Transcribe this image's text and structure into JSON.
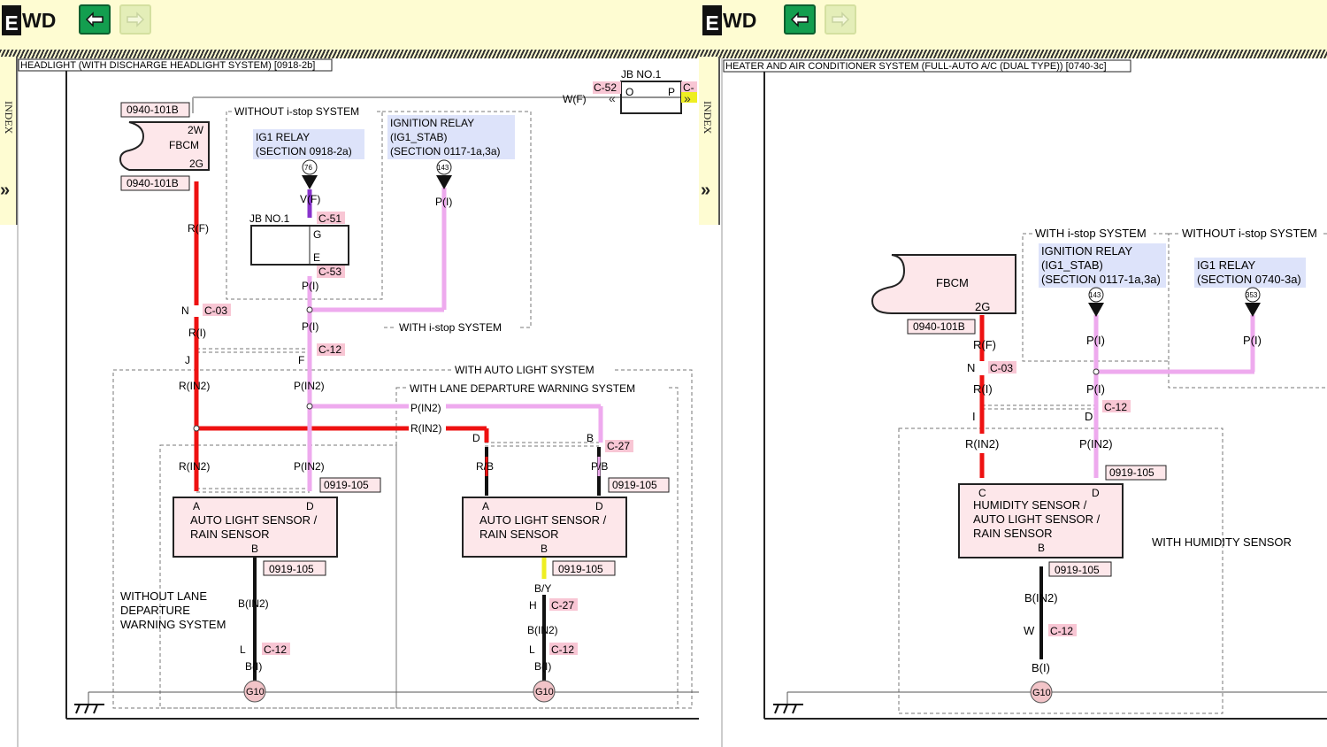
{
  "app": {
    "logo_letter": "E",
    "logo_text": "WD"
  },
  "left": {
    "title": "HEADLIGHT (WITH DISCHARGE HEADLIGHT SYSTEM) [0918-2b]",
    "index_label": "INDEX",
    "jb_top": "JB NO.1",
    "c52": "C-52",
    "wf": "W(F)",
    "o": "O",
    "p": "P",
    "c_trunc": "C-",
    "ref_fbcm_top": "0940-101B",
    "ref_fbcm_bot": "0940-101B",
    "fbcm": "FBCM",
    "pin_2w": "2W",
    "pin_2g": "2G",
    "without_istop": "WITHOUT i-stop SYSTEM",
    "with_istop": "WITH i-stop SYSTEM",
    "ig1_relay": [
      "IG1 RELAY",
      "(SECTION 0918-2a)"
    ],
    "ign_relay": [
      "IGNITION RELAY",
      "(IG1_STAB)",
      "(SECTION 0117-1a,3a)"
    ],
    "n76": "76",
    "n143": "143",
    "vf": "V(F)",
    "jb_mid": "JB NO.1",
    "c51": "C-51",
    "g": "G",
    "e": "E",
    "c53": "C-53",
    "pi_a": "P(I)",
    "pi_b": "P(I)",
    "pi_c": "P(I)",
    "rf": "R(F)",
    "n_pin": "N",
    "c03": "C-03",
    "ri": "R(I)",
    "j": "J",
    "f": "F",
    "c12a": "C-12",
    "auto_light": "WITH AUTO LIGHT SYSTEM",
    "lane_dep": "WITH LANE DEPARTURE WARNING SYSTEM",
    "rin2_a": "R(IN2)",
    "pin2_a": "P(IN2)",
    "pin2_b": "P(IN2)",
    "rin2_b": "R(IN2)",
    "d1": "D",
    "b1": "B",
    "c27a": "C-27",
    "rb": "R/B",
    "pb": "P/B",
    "rin2_c": "R(IN2)",
    "pin2_c": "P(IN2)",
    "ref_s1": "0919-105",
    "ref_s2": "0919-105",
    "sensor1": {
      "a": "A",
      "d": "D",
      "line1": "AUTO LIGHT SENSOR /",
      "line2": "RAIN SENSOR",
      "b": "B"
    },
    "sensor2": {
      "a": "A",
      "d": "D",
      "line1": "AUTO LIGHT SENSOR /",
      "line2": "RAIN SENSOR",
      "b": "B"
    },
    "ref_s1b": "0919-105",
    "ref_s2b": "0919-105",
    "without_lane": [
      "WITHOUT LANE",
      "DEPARTURE",
      "WARNING SYSTEM"
    ],
    "bin2_a": "B(IN2)",
    "by": "B/Y",
    "h": "H",
    "c27b": "C-27",
    "bin2_b": "B(IN2)",
    "l1": "L",
    "c12b": "C-12",
    "l2": "L",
    "c12c": "C-12",
    "bi_a": "B(I)",
    "bi_b": "B(I)",
    "g10a": "G10",
    "g10b": "G10"
  },
  "right": {
    "title": "HEATER AND AIR CONDITIONER SYSTEM (FULL-AUTO A/C (DUAL TYPE)) [0740-3c]",
    "index_label": "INDEX",
    "with_istop": "WITH i-stop SYSTEM",
    "without_istop": "WITHOUT i-stop SYSTEM",
    "ign_relay": [
      "IGNITION RELAY",
      "(IG1_STAB)",
      "(SECTION 0117-1a,3a)"
    ],
    "ig1_relay": [
      "IG1 RELAY",
      "(SECTION 0740-3a)"
    ],
    "fbcm": "FBCM",
    "pin_2g": "2G",
    "ref_fbcm": "0940-101B",
    "n143": "143",
    "n353": "353",
    "rf": "R(F)",
    "pi_a": "P(I)",
    "pi_b": "P(I)",
    "n_pin": "N",
    "c03": "C-03",
    "ri": "R(I)",
    "pi_c": "P(I)",
    "i_pin": "I",
    "d_pin": "D",
    "c12a": "C-12",
    "rin2": "R(IN2)",
    "pin2": "P(IN2)",
    "ref_s": "0919-105",
    "sensor": {
      "c": "C",
      "d": "D",
      "line1": "HUMIDITY SENSOR /",
      "line2": "AUTO LIGHT SENSOR /",
      "line3": "RAIN SENSOR",
      "b": "B"
    },
    "ref_sb": "0919-105",
    "with_humidity": "WITH HUMIDITY SENSOR",
    "bin2": "B(IN2)",
    "w_pin": "W",
    "c12b": "C-12",
    "bi": "B(I)",
    "g10": "G10"
  },
  "colors": {
    "red": "#ee1111",
    "pink": "#eeaaee",
    "violet": "#8833cc",
    "yellow": "#eeee22",
    "black": "#111111",
    "ref_fill": "#fde7ea",
    "relay_fill": "#dde3fa",
    "conn_fill": "#f8c6d4",
    "bg_top": "#fefcd2",
    "nav_green": "#139e4f"
  }
}
